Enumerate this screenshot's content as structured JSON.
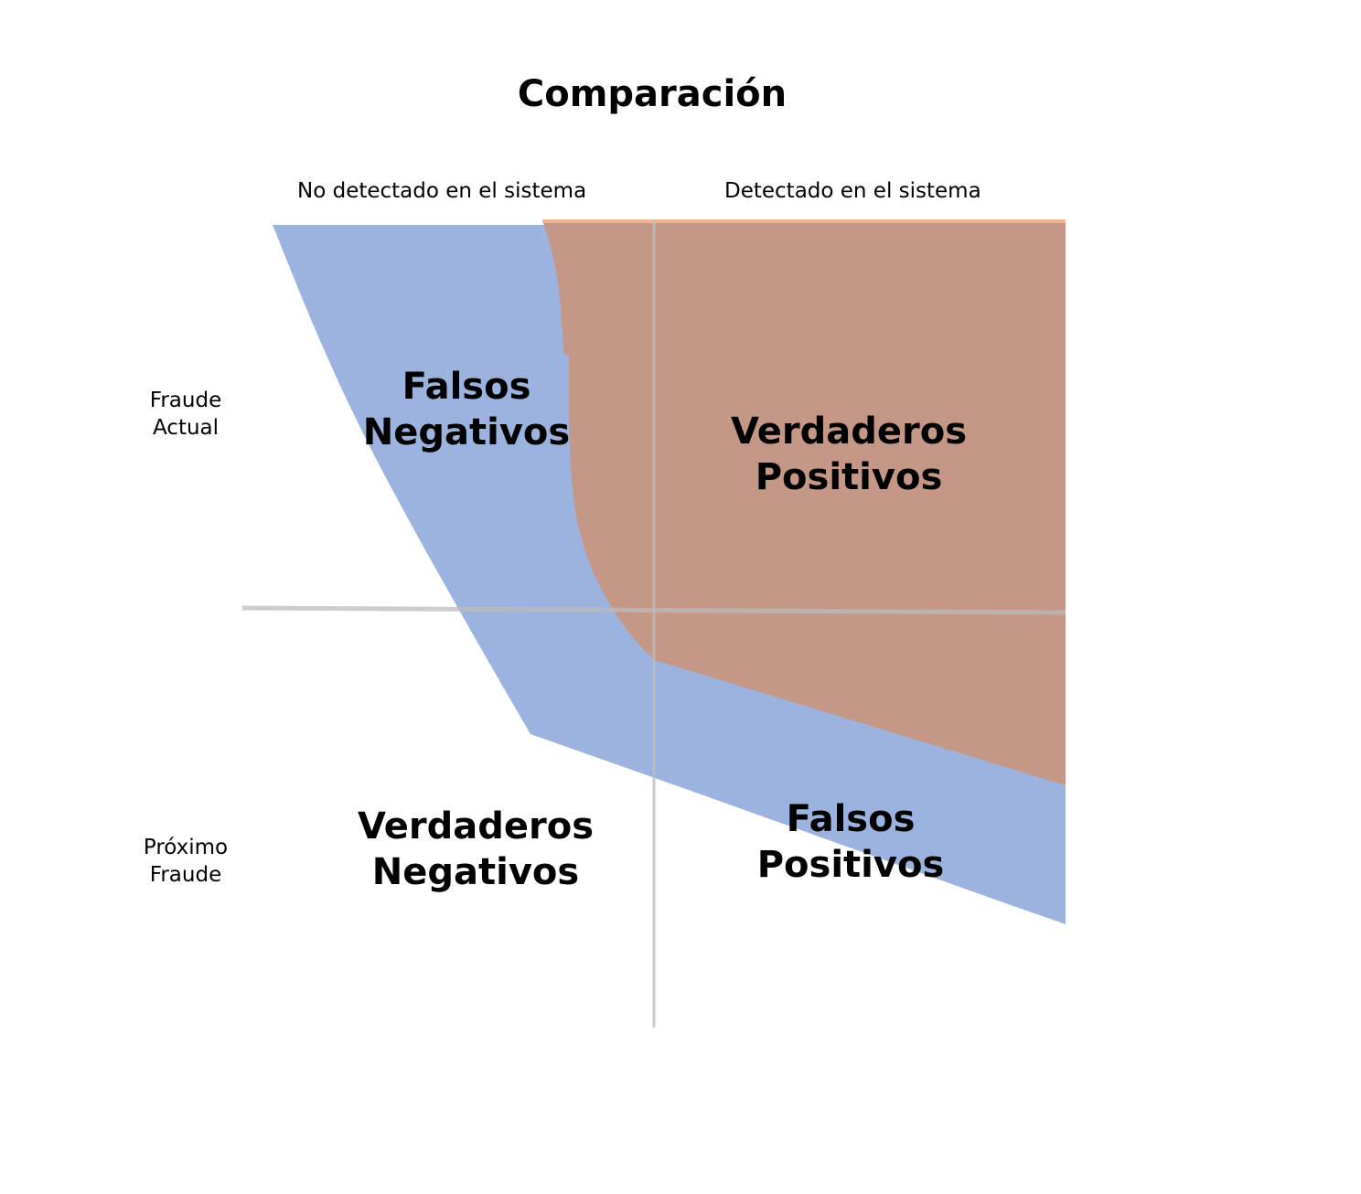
{
  "title": "Comparación",
  "columns": {
    "left": "No detectado en el sistema",
    "right": "Detectado en el sistema"
  },
  "rows": {
    "top": [
      "Fraude",
      "Actual"
    ],
    "bottom": [
      "Próximo",
      "Fraude"
    ]
  },
  "quadrants": {
    "false_negatives": [
      "Falsos",
      "Negativos"
    ],
    "true_positives": [
      "Verdaderos",
      "Positivos"
    ],
    "true_negatives": [
      "Verdaderos",
      "Negativos"
    ],
    "false_positives": [
      "Falsos",
      "Positivos"
    ]
  },
  "colors": {
    "detected_region": "#c49787",
    "detected_edge": "#f0b48f",
    "not_detected_band": "#9db3df",
    "axis_line": "#c8c8c8",
    "text": "#000000"
  }
}
